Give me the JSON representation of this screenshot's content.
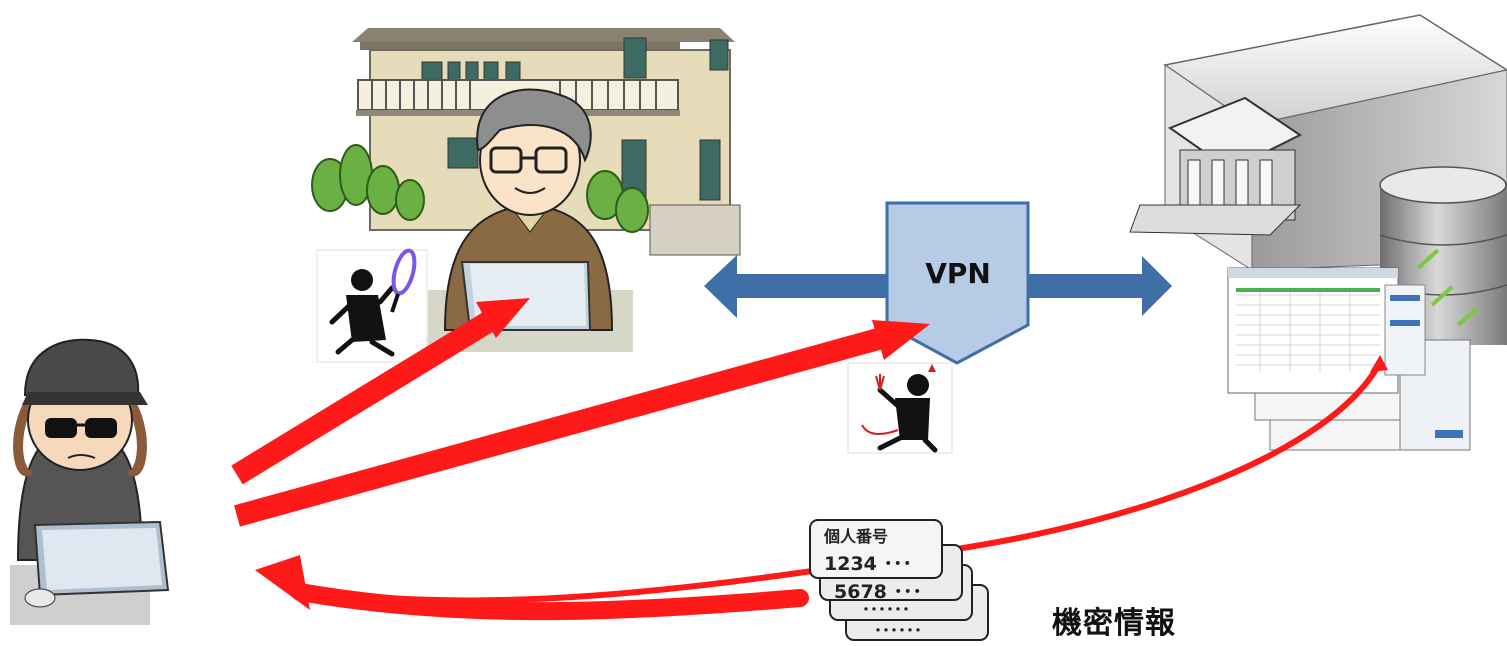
{
  "vpn_label": "VPN",
  "card": {
    "title": "個人番号",
    "line1": "1234 ･･･",
    "line2": "5678 ･･･",
    "dots": "･･････"
  },
  "secret_label": "機密情報",
  "colors": {
    "attack_arrow": "#ff1a1a",
    "vpn_arrow": "#3f6fa6",
    "vpn_box": "#b8cbe6"
  }
}
